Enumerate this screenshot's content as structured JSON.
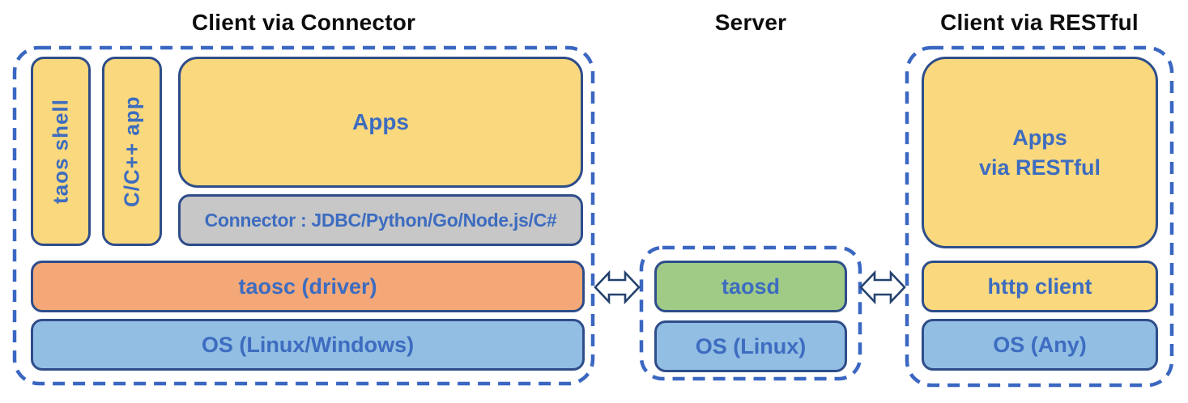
{
  "sections": {
    "connector_client": {
      "title": "Client via Connector",
      "taos_shell": "taos shell",
      "cpp_app": "C/C++ app",
      "apps": "Apps",
      "connector": "Connector : JDBC/Python/Go/Node.js/C#",
      "taosc": "taosc (driver)",
      "os": "OS (Linux/Windows)"
    },
    "server": {
      "title": "Server",
      "taosd": "taosd",
      "os": "OS (Linux)"
    },
    "restful_client": {
      "title": "Client via RESTful",
      "apps_line1": "Apps",
      "apps_line2": "via RESTful",
      "http_client": "http client",
      "os": "OS (Any)"
    },
    "icons": {
      "left_link": "double-headed-arrow",
      "right_link": "double-headed-arrow"
    },
    "colors": {
      "box_border": "#2e4d8a",
      "dashed_border": "#3a67c1",
      "label_text": "#3d6cc0",
      "title_text": "#0d0d0d",
      "yellow_fill": "#fad87d",
      "orange_fill": "#f4a877",
      "blue_fill": "#92bee4",
      "green_fill": "#a0cb87",
      "gray_fill": "#c7c7c7",
      "arrow_fill": "#ffffff",
      "arrow_stroke": "#24426e"
    }
  }
}
